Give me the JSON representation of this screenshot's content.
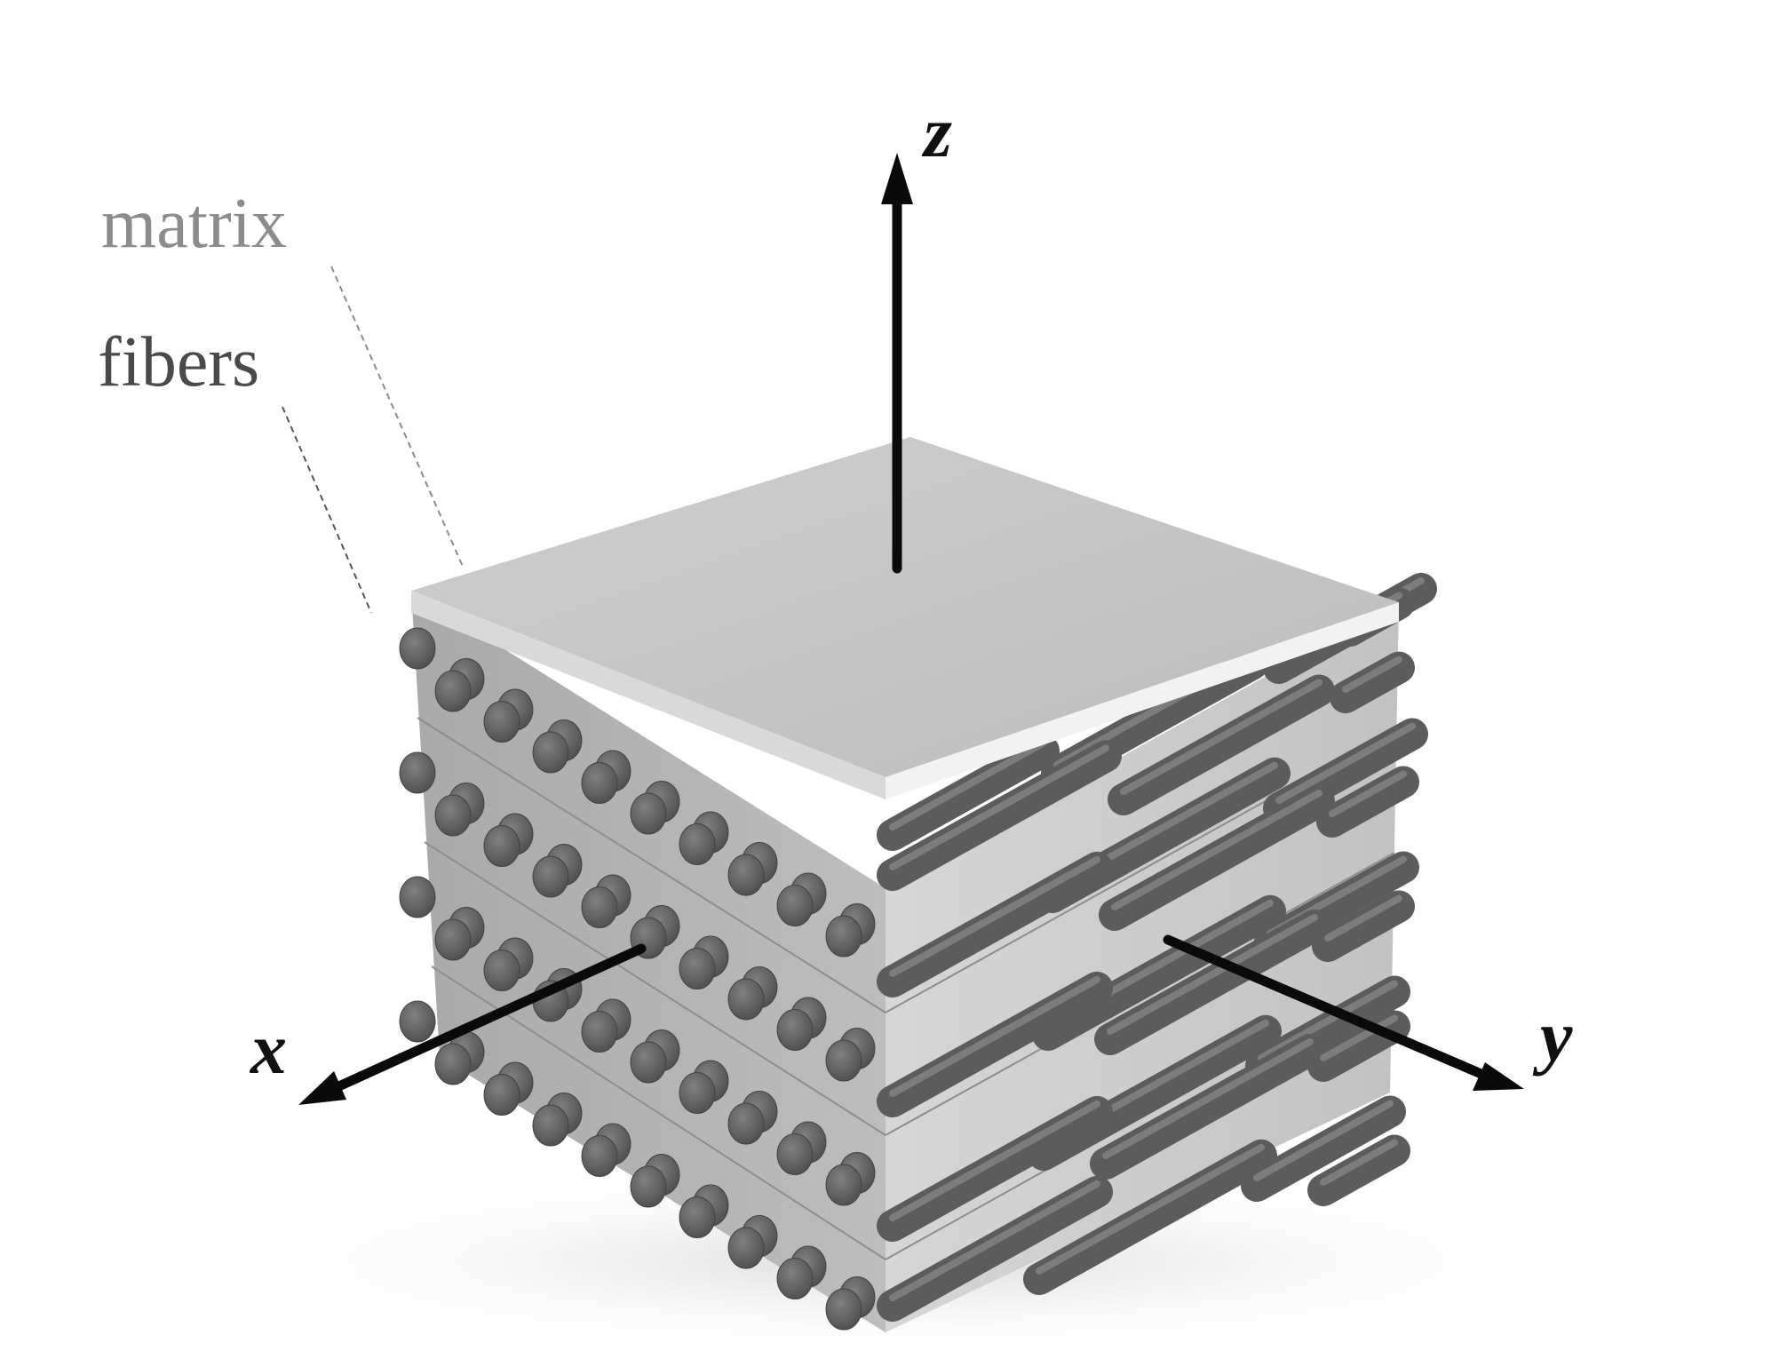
{
  "labels": {
    "matrix": "matrix",
    "fibers": "fibers"
  },
  "axes": {
    "x": "x",
    "y": "y",
    "z": "z"
  },
  "colors": {
    "matrix_top": "#c4c4c4",
    "matrix_face": "#b4b4b4",
    "fiber": "#5e5e5e",
    "fiber_end": "#6e6e6e",
    "axis": "#0a0a0a",
    "matrix_label": "#8c8c8c",
    "fibers_label": "#4a4a4a"
  }
}
